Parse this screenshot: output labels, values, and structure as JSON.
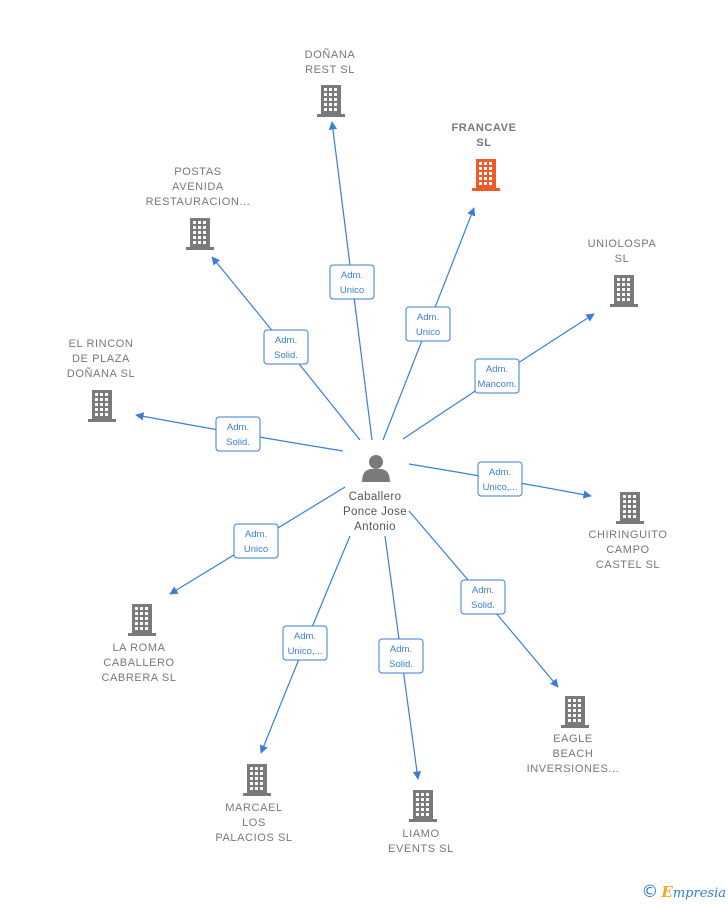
{
  "center": {
    "name_lines": [
      "Caballero",
      "Ponce Jose",
      "Antonio"
    ],
    "icon": "person-icon"
  },
  "colors": {
    "edge": "#3a7fd5",
    "building": "#7a7a7a",
    "building_highlight": "#f05a28"
  },
  "companies": [
    {
      "id": "donana-rest",
      "name_lines": [
        "DOÑANA",
        "REST  SL"
      ],
      "relation": [
        "Adm.",
        "Unico"
      ],
      "highlight": false
    },
    {
      "id": "francave",
      "name_lines": [
        "FRANCAVE",
        "SL"
      ],
      "relation": [
        "Adm.",
        "Unico"
      ],
      "highlight": true
    },
    {
      "id": "postas",
      "name_lines": [
        "POSTAS",
        "AVENIDA",
        "RESTAURACION..."
      ],
      "relation": [
        "Adm.",
        "Solid."
      ],
      "highlight": false
    },
    {
      "id": "uniolospa",
      "name_lines": [
        "UNIOLOSPA",
        "SL"
      ],
      "relation": [
        "Adm.",
        "Mancom."
      ],
      "highlight": false
    },
    {
      "id": "el-rincon",
      "name_lines": [
        "EL RINCON",
        "DE PLAZA",
        "DOÑANA  SL"
      ],
      "relation": [
        "Adm.",
        "Solid."
      ],
      "highlight": false
    },
    {
      "id": "chiringuito",
      "name_lines": [
        "CHIRINGUITO",
        "CAMPO",
        "CASTEL  SL"
      ],
      "relation": [
        "Adm.",
        "Unico,..."
      ],
      "highlight": false
    },
    {
      "id": "la-roma",
      "name_lines": [
        "LA ROMA",
        "CABALLERO",
        "CABRERA  SL"
      ],
      "relation": [
        "Adm.",
        "Unico"
      ],
      "highlight": false
    },
    {
      "id": "eagle-beach",
      "name_lines": [
        "EAGLE",
        "BEACH",
        "INVERSIONES..."
      ],
      "relation": [
        "Adm.",
        "Solid."
      ],
      "highlight": false
    },
    {
      "id": "marcael",
      "name_lines": [
        "MARCAEL",
        "LOS",
        "PALACIOS  SL"
      ],
      "relation": [
        "Adm.",
        "Unico,..."
      ],
      "highlight": false
    },
    {
      "id": "liamo",
      "name_lines": [
        "LIAMO",
        "EVENTS  SL"
      ],
      "relation": [
        "Adm.",
        "Solid."
      ],
      "highlight": false
    }
  ],
  "footer": {
    "copyright_symbol": "©",
    "brand_initial": "E",
    "brand_rest": "mpresia"
  }
}
